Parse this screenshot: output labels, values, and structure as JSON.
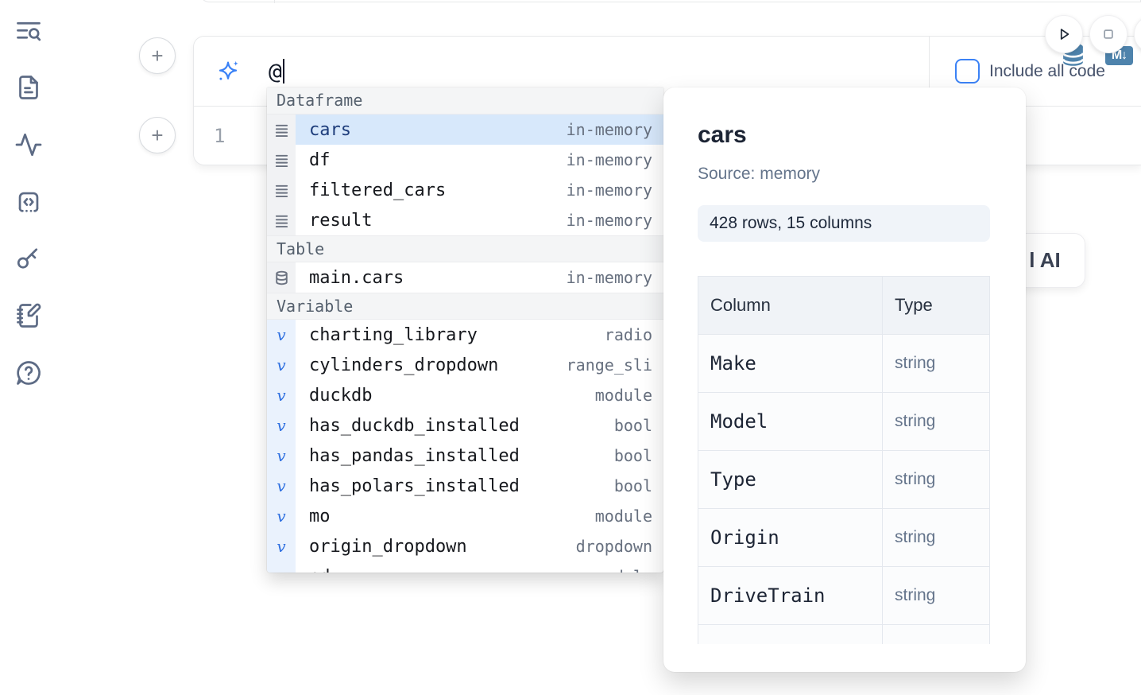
{
  "sidebar": {
    "items": [
      {
        "icon": "list-search-icon"
      },
      {
        "icon": "file-text-icon"
      },
      {
        "icon": "activity-icon"
      },
      {
        "icon": "code-snippet-icon"
      },
      {
        "icon": "key-icon"
      },
      {
        "icon": "scratchpad-icon"
      },
      {
        "icon": "help-icon"
      }
    ]
  },
  "run_controls": {
    "run_icon": "play-icon",
    "stop_icon": "stop-icon",
    "more_icon": "partial-circle-icon"
  },
  "add_buttons": {
    "top": "+",
    "bottom": "+"
  },
  "ai_cell": {
    "prompt_icon": "sparkles-icon",
    "prompt_value": "@",
    "include_all_code": {
      "label": "Include all code",
      "checked": false
    }
  },
  "code_cell": {
    "line_number": "1",
    "actions": [
      {
        "icon": "database-icon"
      },
      {
        "icon": "markdown-icon",
        "label": "M↓"
      }
    ]
  },
  "completion_menu": {
    "groups": [
      {
        "label": "Dataframe",
        "item_icon": "dataframe-icon",
        "items": [
          {
            "name": "cars",
            "type": "in-memory",
            "selected": true
          },
          {
            "name": "df",
            "type": "in-memory"
          },
          {
            "name": "filtered_cars",
            "type": "in-memory"
          },
          {
            "name": "result",
            "type": "in-memory"
          }
        ]
      },
      {
        "label": "Table",
        "item_icon": "db-table-icon",
        "items": [
          {
            "name": "main.cars",
            "type": "in-memory"
          }
        ]
      },
      {
        "label": "Variable",
        "item_icon": "variable-icon",
        "items": [
          {
            "name": "charting_library",
            "type": "radio"
          },
          {
            "name": "cylinders_dropdown",
            "type": "range_sli"
          },
          {
            "name": "duckdb",
            "type": "module"
          },
          {
            "name": "has_duckdb_installed",
            "type": "bool"
          },
          {
            "name": "has_pandas_installed",
            "type": "bool"
          },
          {
            "name": "has_polars_installed",
            "type": "bool"
          },
          {
            "name": "mo",
            "type": "module"
          },
          {
            "name": "origin_dropdown",
            "type": "dropdown"
          },
          {
            "name": "pd",
            "type": "module"
          }
        ]
      }
    ]
  },
  "preview_panel": {
    "title": "cars",
    "source": "Source: memory",
    "shape_badge": "428 rows, 15 columns",
    "schema_table": {
      "headers": [
        "Column",
        "Type"
      ],
      "rows": [
        {
          "column": "Make",
          "type": "string"
        },
        {
          "column": "Model",
          "type": "string"
        },
        {
          "column": "Type",
          "type": "string"
        },
        {
          "column": "Origin",
          "type": "string"
        },
        {
          "column": "DriveTrain",
          "type": "string"
        },
        {
          "column": "",
          "type": ""
        }
      ]
    }
  },
  "ai_generate_button": {
    "visible_text": "l AI"
  },
  "colors": {
    "accent_blue": "#3b82f6",
    "steel_blue": "#4e83ac",
    "selected_item_bg": "#d7e8fb",
    "selected_item_text": "#1e3d7b",
    "muted_text": "#64748b"
  }
}
